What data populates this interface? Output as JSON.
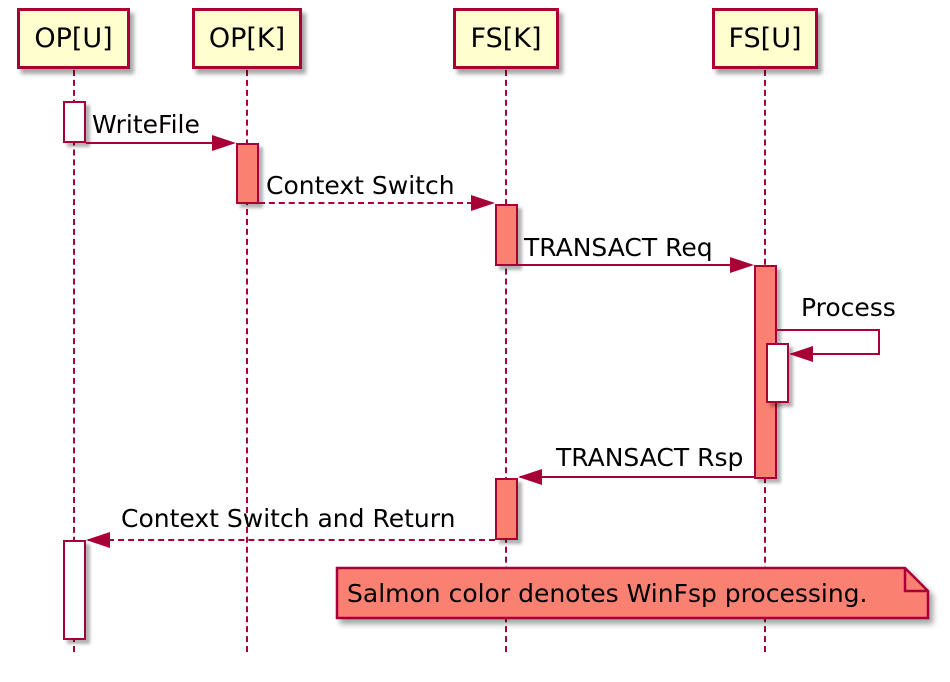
{
  "diagram": {
    "type": "sequence-diagram",
    "participants": [
      {
        "id": "op-u",
        "label": "OP[U]"
      },
      {
        "id": "op-k",
        "label": "OP[K]"
      },
      {
        "id": "fs-k",
        "label": "FS[K]"
      },
      {
        "id": "fs-u",
        "label": "FS[U]"
      }
    ],
    "messages": [
      {
        "label": "WriteFile",
        "from": "OP[U]",
        "to": "OP[K]",
        "line": "solid",
        "direction": "right"
      },
      {
        "label": "Context Switch",
        "from": "OP[K]",
        "to": "FS[K]",
        "line": "dashed",
        "direction": "right"
      },
      {
        "label": "TRANSACT Req",
        "from": "FS[K]",
        "to": "FS[U]",
        "line": "solid",
        "direction": "right"
      },
      {
        "label": "Process",
        "from": "FS[U]",
        "to": "FS[U]",
        "line": "solid",
        "direction": "self"
      },
      {
        "label": "TRANSACT Rsp",
        "from": "FS[U]",
        "to": "FS[K]",
        "line": "solid",
        "direction": "left"
      },
      {
        "label": "Context Switch and Return",
        "from": "FS[K]",
        "to": "OP[U]",
        "line": "dashed",
        "direction": "left"
      }
    ],
    "note": {
      "text": "Salmon color denotes WinFsp processing."
    },
    "colors": {
      "participant_fill": "#FEFECE",
      "line_and_border": "#A80036",
      "salmon_processing": "#FA8072",
      "idle_activation": "#FFFFFF",
      "background": "#FFFFFF",
      "text": "#000000"
    }
  }
}
